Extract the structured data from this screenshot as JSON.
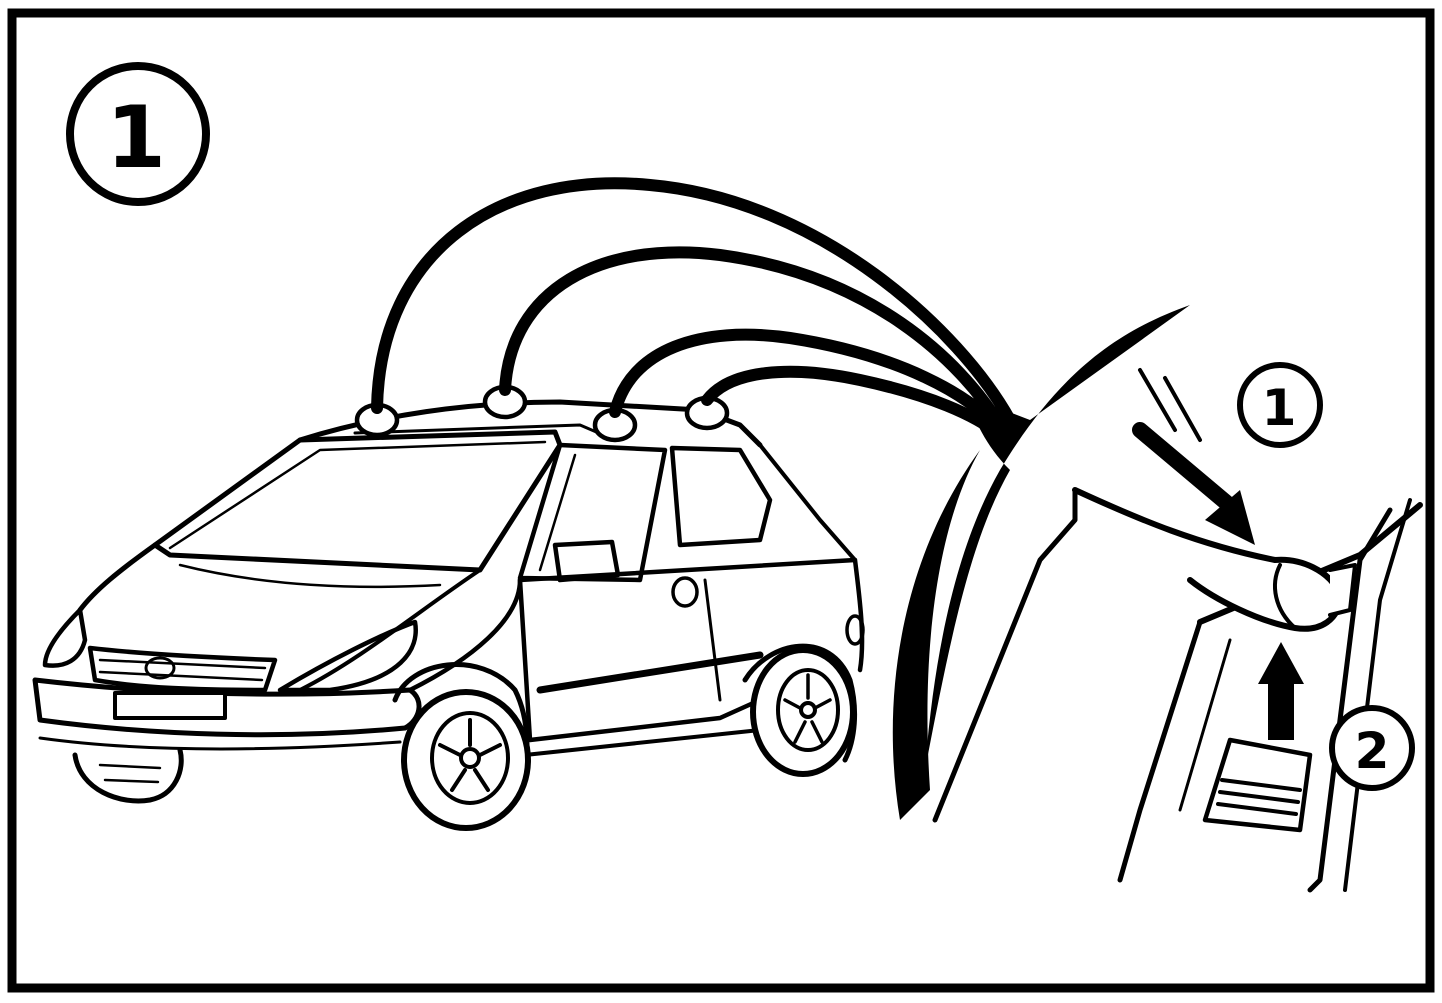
{
  "figure": {
    "panel_label": "1",
    "callouts": [
      {
        "label": "1"
      },
      {
        "label": "2"
      }
    ]
  },
  "colors": {
    "ink": "#000000",
    "paper": "#ffffff"
  }
}
